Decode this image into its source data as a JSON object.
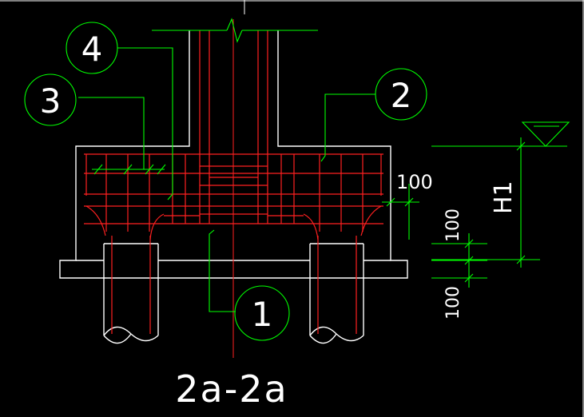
{
  "colors": {
    "background": "#000000",
    "outline": "#ffffff",
    "rebar": "#ff2020",
    "leader": "#00ff00"
  },
  "labels": {
    "bubble_1": "1",
    "bubble_2": "2",
    "bubble_3": "3",
    "bubble_4": "4"
  },
  "dimensions": {
    "cover_right": "100",
    "pile_embed_top": "100",
    "pile_embed_bottom": "100",
    "height_label": "H1"
  },
  "section_title": "2a-2a"
}
